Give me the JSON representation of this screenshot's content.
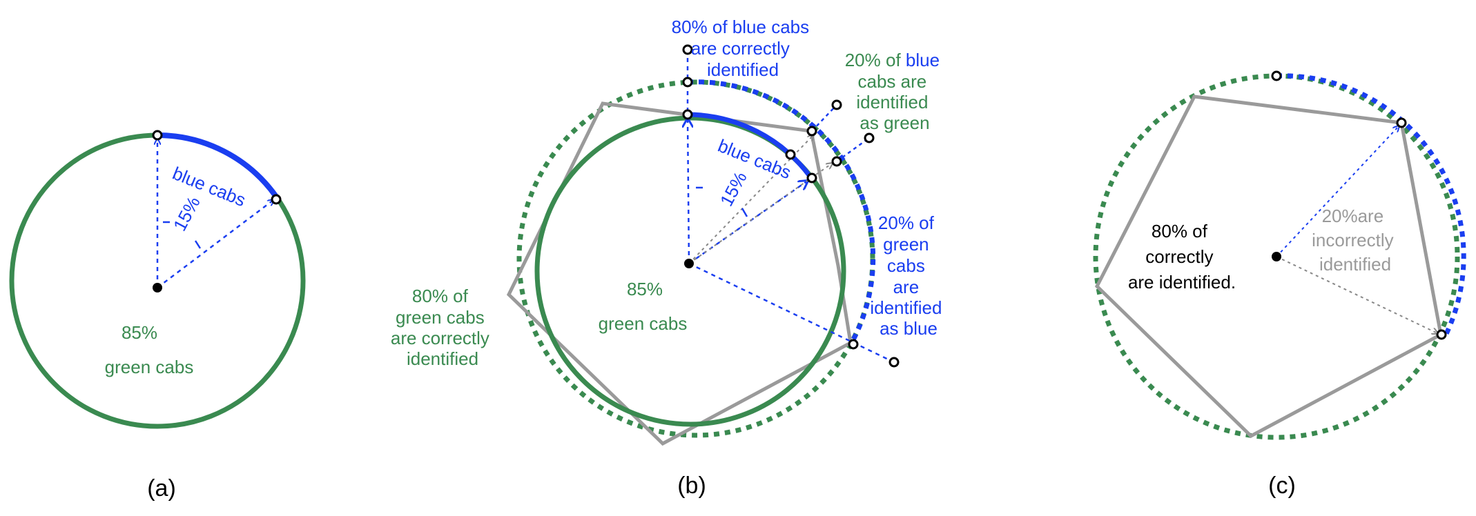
{
  "palette": {
    "blue": "#1a3ef0",
    "green": "#3a8a50",
    "grey": "#9a9a9a",
    "black": "#000000"
  },
  "panel_a": {
    "caption": "(a)",
    "blue_arc_label": "blue cabs",
    "angle_label": "15%",
    "center_pct": "85%",
    "center_label": "green cabs"
  },
  "panel_b": {
    "caption": "(b)",
    "top_note": [
      "80% of blue cabs",
      "are correctly",
      "identified"
    ],
    "right_top_note": {
      "pct_prefix": "20% of ",
      "blue_word": "blue",
      "lines": [
        "cabs are",
        "identified",
        "as green"
      ]
    },
    "right_mid_note": [
      "20% of",
      "green",
      "cabs",
      "are",
      "identified",
      "as blue"
    ],
    "left_note": [
      "80% of",
      "green cabs",
      "are correctly",
      "identified"
    ],
    "blue_arc_label": "blue cabs",
    "angle_label": "15%",
    "center_pct": "85%",
    "center_label": "green cabs"
  },
  "panel_c": {
    "caption": "(c)",
    "left_note": [
      "80% of",
      "correctly",
      "are identified."
    ],
    "right_note": [
      "20%are",
      "incorrectly",
      "identified"
    ]
  }
}
